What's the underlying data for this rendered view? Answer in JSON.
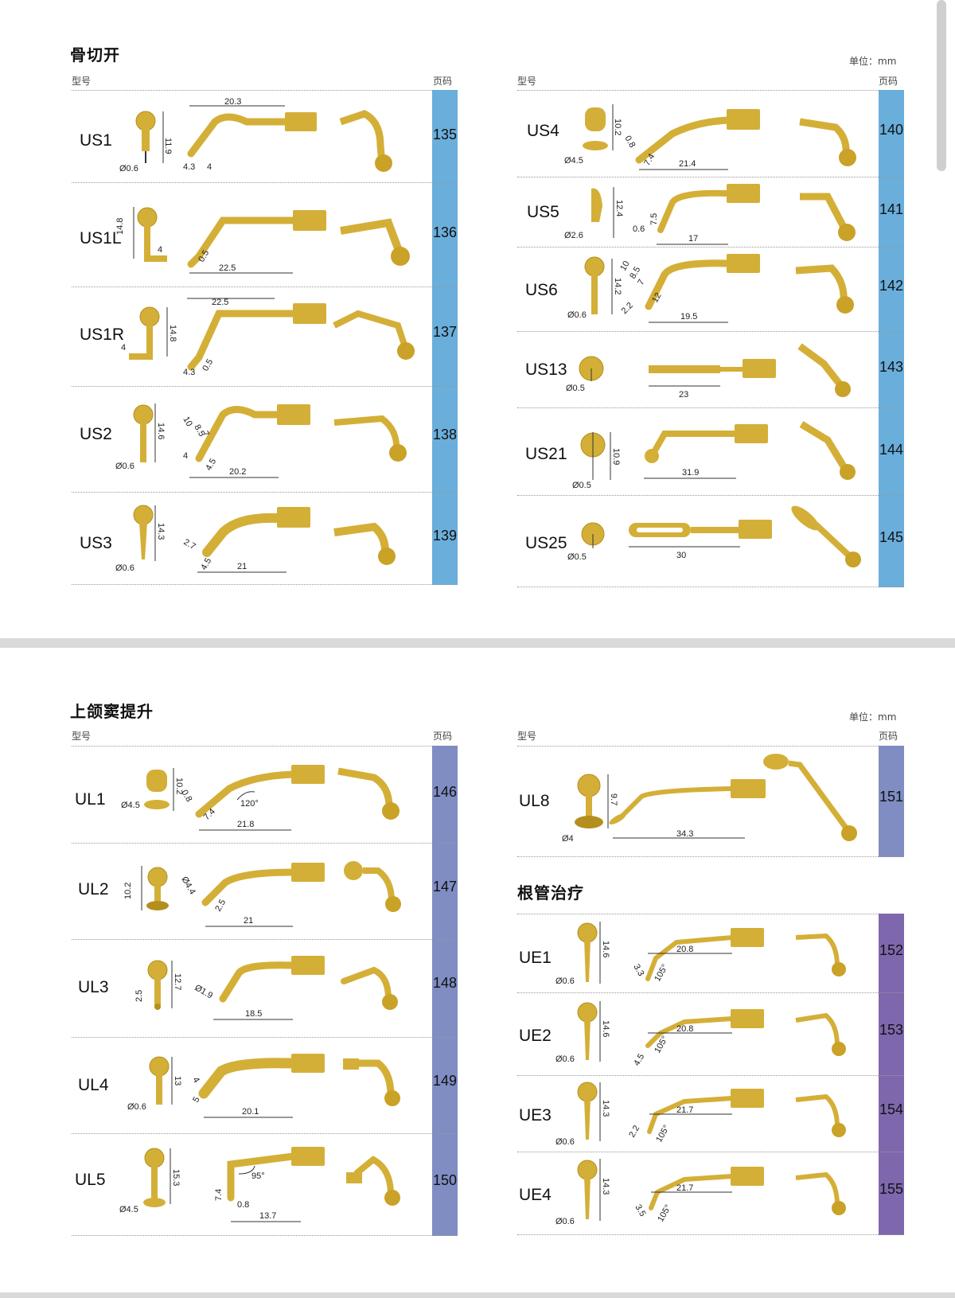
{
  "unit_label": "单位：mm",
  "column_labels": {
    "model": "型号",
    "page": "页码"
  },
  "colors": {
    "osteotomy": "#6aaedb",
    "sinus_lift": "#7f8dc3",
    "endodontic": "#7f67ad",
    "tip_gold": "#d4af37"
  },
  "sections": {
    "osteotomy": {
      "title": "骨切开",
      "left": [
        {
          "model": "US1",
          "page": "135",
          "dims": [
            "11.9",
            "Ø0.6",
            "20.3",
            "4.3",
            "4"
          ]
        },
        {
          "model": "US1L",
          "page": "136",
          "dims": [
            "14.8",
            "4",
            "0.5",
            "22.5"
          ]
        },
        {
          "model": "US1R",
          "page": "137",
          "dims": [
            "4",
            "14.8",
            "22.5",
            "4.3",
            "0.5"
          ]
        },
        {
          "model": "US2",
          "page": "138",
          "dims": [
            "14.6",
            "Ø0.6",
            "10",
            "8.5",
            "7",
            "4.5",
            "20.2",
            "4"
          ]
        },
        {
          "model": "US3",
          "page": "139",
          "dims": [
            "14.3",
            "Ø0.6",
            "2.7",
            "4.5",
            "21"
          ]
        }
      ],
      "right": [
        {
          "model": "US4",
          "page": "140",
          "dims": [
            "10.2",
            "Ø4.5",
            "0.8",
            "7.4",
            "21.4"
          ]
        },
        {
          "model": "US5",
          "page": "141",
          "dims": [
            "12.4",
            "Ø2.6",
            "0.6",
            "7.5",
            "17"
          ]
        },
        {
          "model": "US6",
          "page": "142",
          "dims": [
            "14.2",
            "Ø0.6",
            "10",
            "8.5",
            "7",
            "2.2",
            "12",
            "19.5"
          ]
        },
        {
          "model": "US13",
          "page": "143",
          "dims": [
            "Ø0.5",
            "23"
          ]
        },
        {
          "model": "US21",
          "page": "144",
          "dims": [
            "10.9",
            "Ø0.5",
            "31.9"
          ]
        },
        {
          "model": "US25",
          "page": "145",
          "dims": [
            "Ø0.5",
            "30"
          ]
        }
      ]
    },
    "sinus_lift": {
      "title": "上颌窦提升",
      "left": [
        {
          "model": "UL1",
          "page": "146",
          "dims": [
            "10.2",
            "Ø4.5",
            "0.8",
            "7.4",
            "120°",
            "21.8"
          ]
        },
        {
          "model": "UL2",
          "page": "147",
          "dims": [
            "10.2",
            "Ø4.4",
            "2.5",
            "21"
          ]
        },
        {
          "model": "UL3",
          "page": "148",
          "dims": [
            "2.5",
            "12.7",
            "Ø1.9",
            "18.5"
          ]
        },
        {
          "model": "UL4",
          "page": "149",
          "dims": [
            "13",
            "Ø0.6",
            "4",
            "5",
            "20.1"
          ]
        },
        {
          "model": "UL5",
          "page": "150",
          "dims": [
            "15.3",
            "Ø4.5",
            "95°",
            "7.4",
            "0.8",
            "13.7"
          ]
        }
      ],
      "right": [
        {
          "model": "UL8",
          "page": "151",
          "dims": [
            "9.7",
            "Ø4",
            "34.3"
          ]
        }
      ]
    },
    "endodontic": {
      "title": "根管治疗",
      "right": [
        {
          "model": "UE1",
          "page": "152",
          "dims": [
            "14.6",
            "Ø0.6",
            "20.8",
            "3.3",
            "105°"
          ]
        },
        {
          "model": "UE2",
          "page": "153",
          "dims": [
            "14.6",
            "Ø0.6",
            "20.8",
            "4.5",
            "105°"
          ]
        },
        {
          "model": "UE3",
          "page": "154",
          "dims": [
            "14.3",
            "Ø0.6",
            "21.7",
            "2.2",
            "105°"
          ]
        },
        {
          "model": "UE4",
          "page": "155",
          "dims": [
            "14.3",
            "Ø0.6",
            "21.7",
            "3.5",
            "105°"
          ]
        }
      ]
    }
  }
}
